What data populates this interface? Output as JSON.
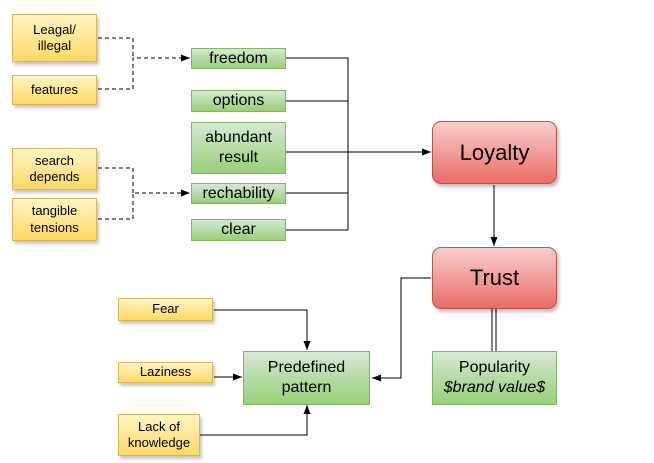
{
  "nodes": {
    "legal_illegal": [
      "Leagal/",
      "illegal"
    ],
    "features": "features",
    "search_depends": [
      "search",
      "depends"
    ],
    "tangible_tensions": [
      "tangible",
      "tensions"
    ],
    "freedom": "freedom",
    "options": "options",
    "abundant_result": [
      "abundant",
      "result"
    ],
    "rechability": "rechability",
    "clear": "clear",
    "loyalty": "Loyalty",
    "trust": "Trust",
    "popularity": "Popularity",
    "brand_value": "$brand value$",
    "fear": "Fear",
    "laziness": "Laziness",
    "lack_of_knowledge": [
      "Lack of",
      "knowledge"
    ],
    "predefined_pattern": [
      "Predefined",
      "pattern"
    ]
  },
  "colors": {
    "yellow_fill_top": "#fff4c3",
    "yellow_fill_bottom": "#ffd966",
    "yellow_stroke": "#d6b656",
    "green_fill_top": "#d5e8d4",
    "green_fill_bottom": "#97d077",
    "green_stroke": "#82b366",
    "red_fill_top": "#f8cecc",
    "red_fill_bottom": "#ea6b66",
    "red_stroke": "#b85450",
    "edge": "#000000"
  }
}
